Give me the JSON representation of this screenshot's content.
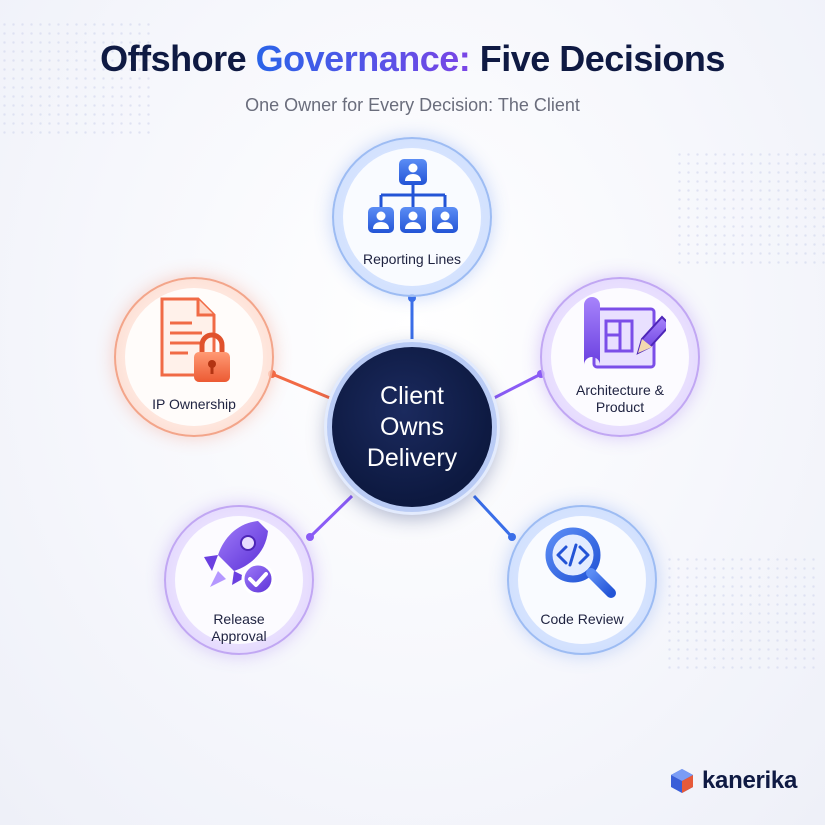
{
  "title": {
    "part1": "Offshore ",
    "part2": "Governance:",
    "part3": " Five Decisions"
  },
  "subtitle": "One Owner for Every Decision: The Client",
  "center": {
    "line1": "Client",
    "line2": "Owns",
    "line3": "Delivery"
  },
  "nodes": {
    "reporting": {
      "label": "Reporting Lines",
      "icon": "org-chart-icon",
      "color": "#3a6ee8"
    },
    "ip": {
      "label": "IP Ownership",
      "icon": "document-lock-icon",
      "color": "#f26a45"
    },
    "architecture": {
      "line1": "Architecture &",
      "line2": "Product",
      "icon": "blueprint-pencil-icon",
      "color": "#8b5cf6"
    },
    "release": {
      "line1": "Release",
      "line2": "Approval",
      "icon": "rocket-check-icon",
      "color": "#7c4dea"
    },
    "code": {
      "label": "Code Review",
      "icon": "code-magnifier-icon",
      "color": "#3a6ee8"
    }
  },
  "logo": {
    "text": "kanerika",
    "icon": "cube-logo-icon"
  }
}
